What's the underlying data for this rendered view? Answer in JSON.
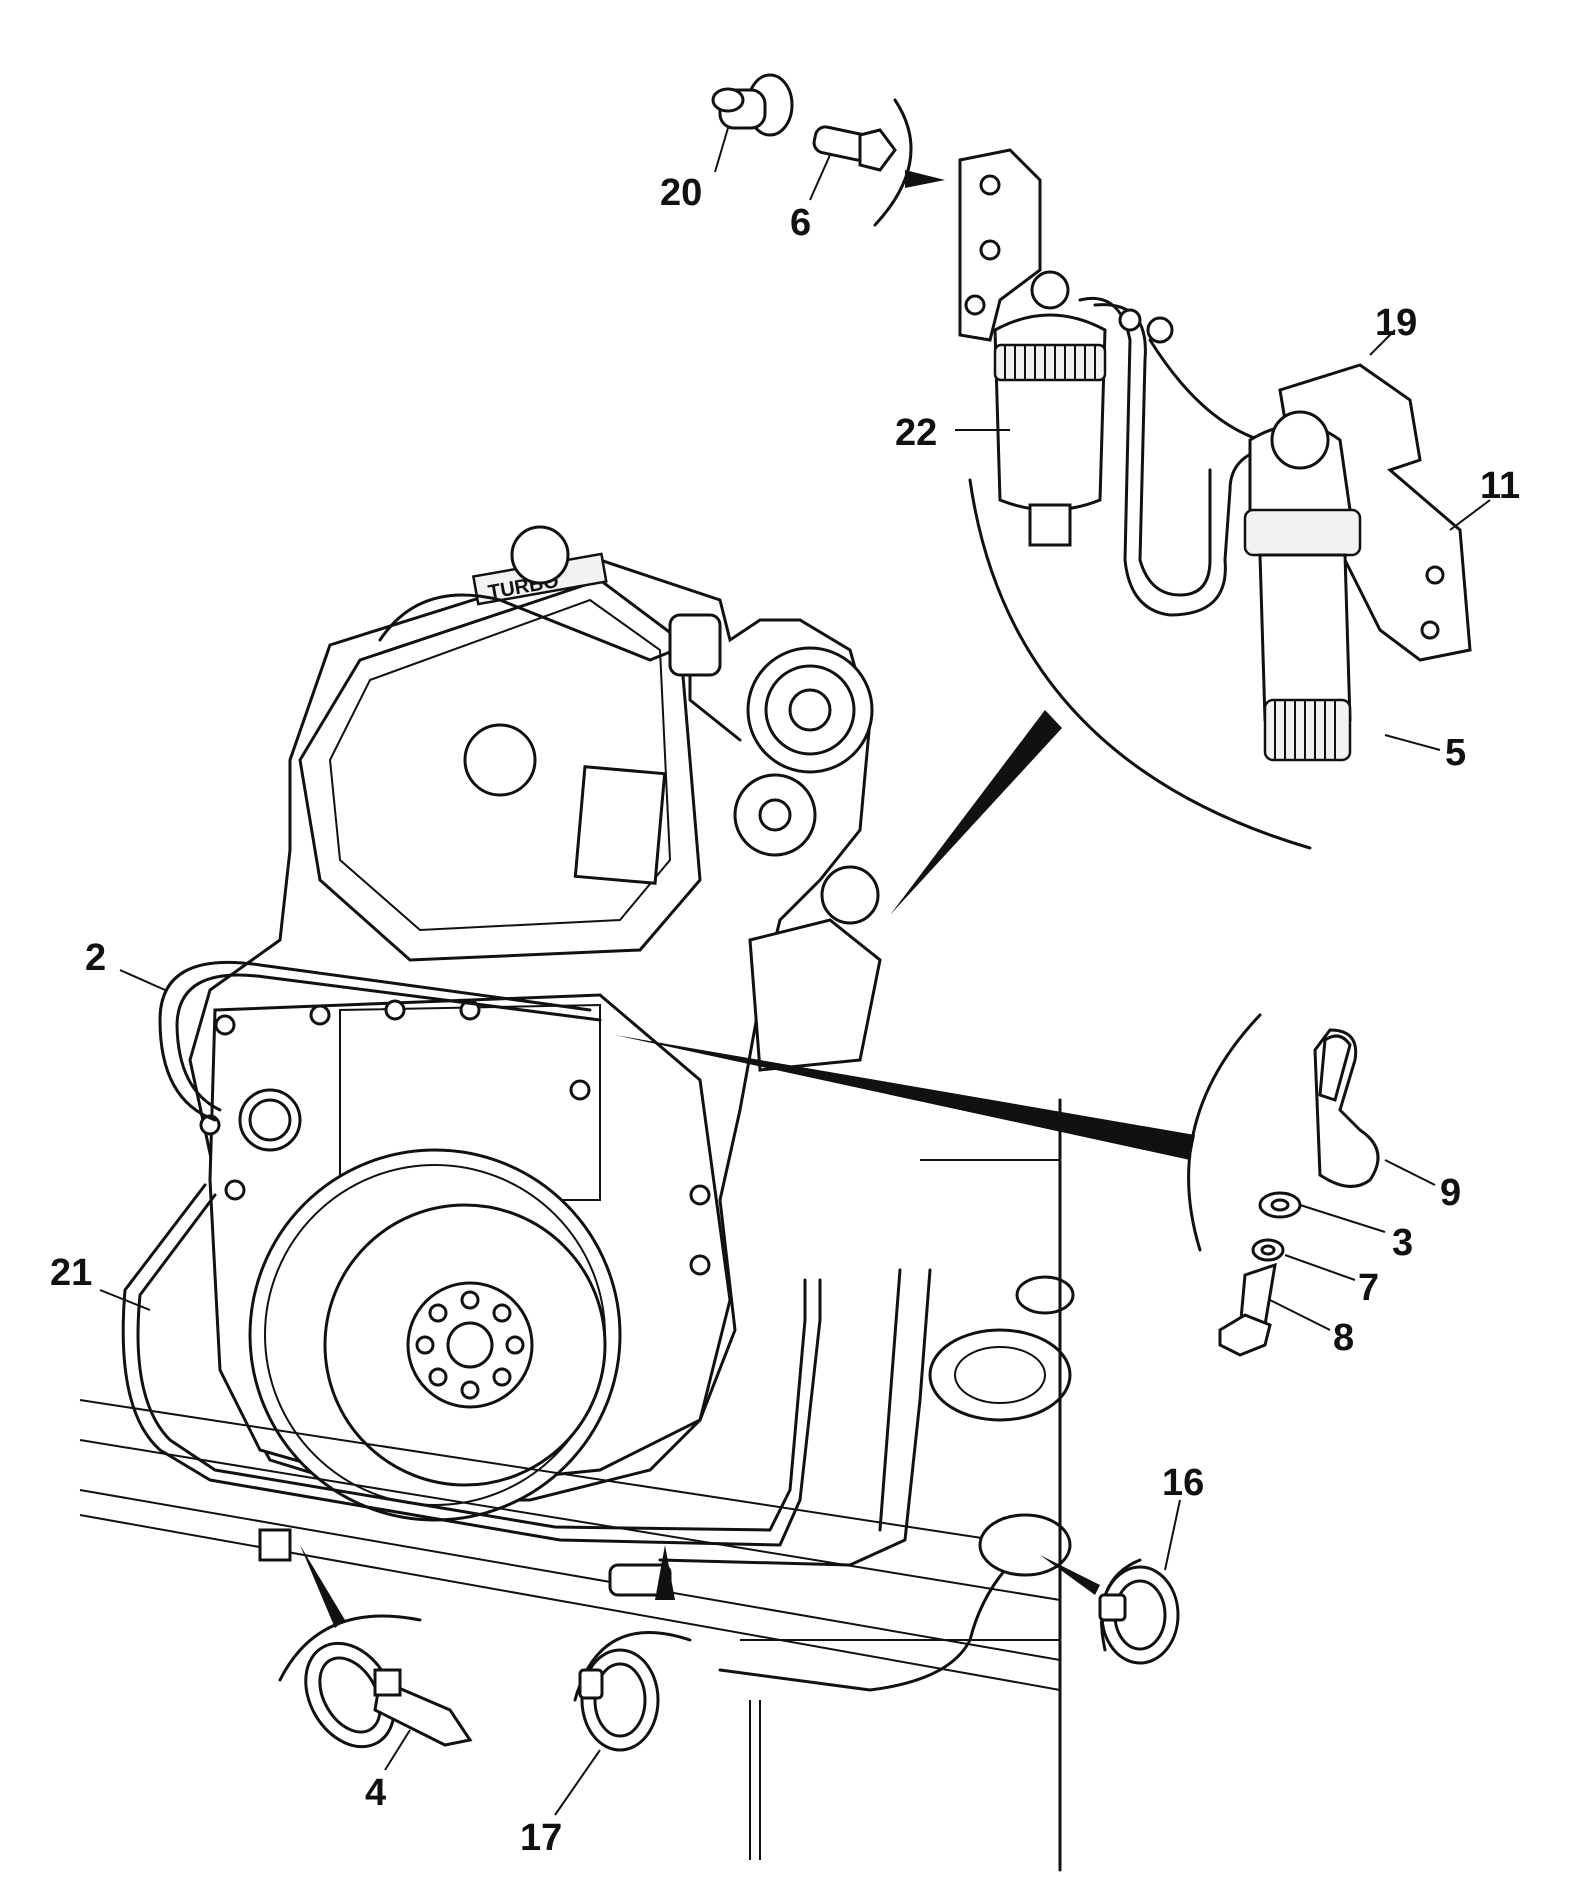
{
  "diagram": {
    "callouts": [
      {
        "id": "20",
        "label": "20"
      },
      {
        "id": "6",
        "label": "6"
      },
      {
        "id": "19",
        "label": "19"
      },
      {
        "id": "22",
        "label": "22"
      },
      {
        "id": "11",
        "label": "11"
      },
      {
        "id": "5",
        "label": "5"
      },
      {
        "id": "2",
        "label": "2"
      },
      {
        "id": "9",
        "label": "9"
      },
      {
        "id": "3",
        "label": "3"
      },
      {
        "id": "7",
        "label": "7"
      },
      {
        "id": "21",
        "label": "21"
      },
      {
        "id": "8",
        "label": "8"
      },
      {
        "id": "16",
        "label": "16"
      },
      {
        "id": "4",
        "label": "4"
      },
      {
        "id": "17",
        "label": "17"
      }
    ],
    "engine_marking": "TURBO"
  }
}
